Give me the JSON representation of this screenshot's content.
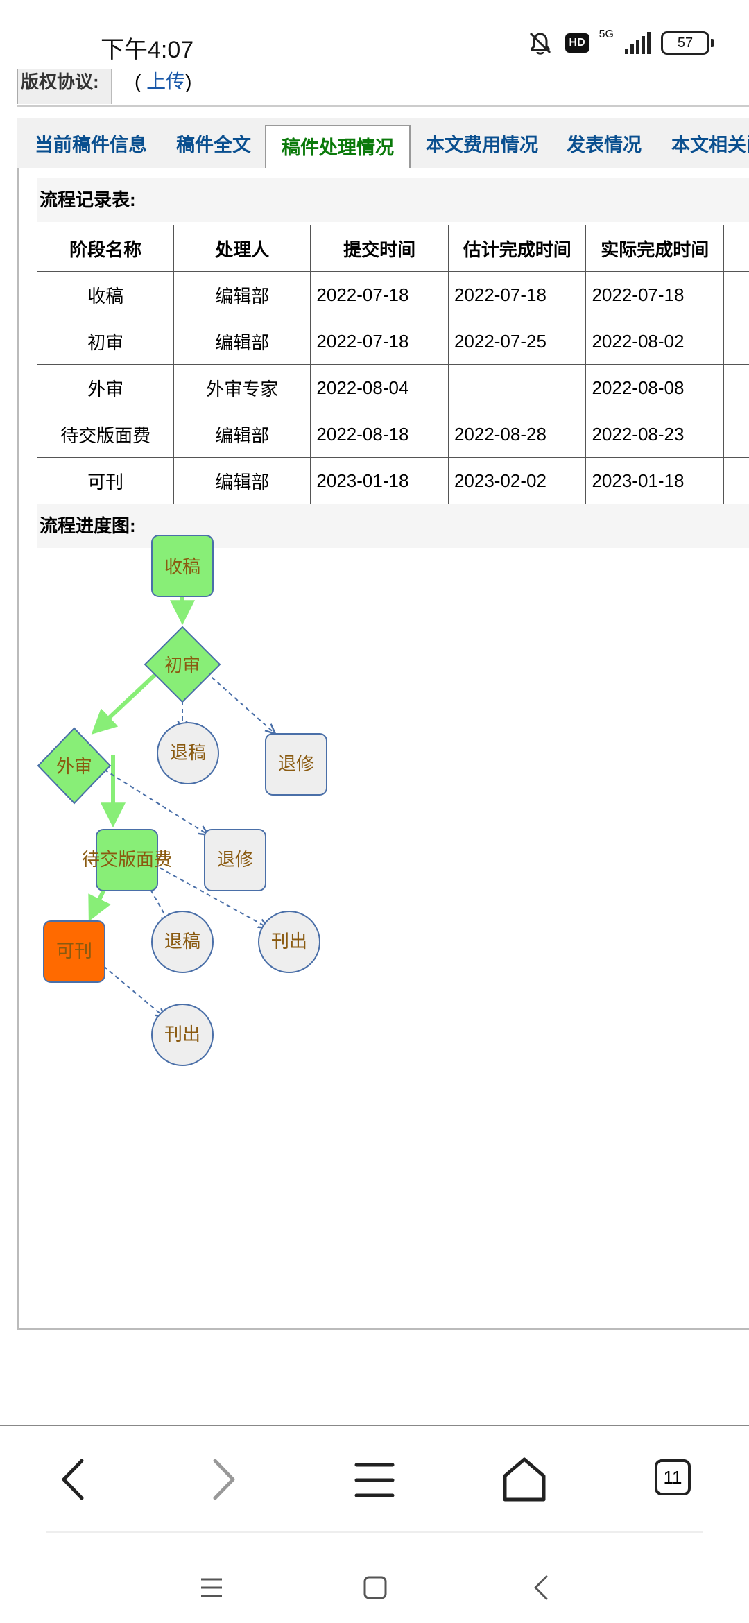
{
  "status": {
    "time": "下午4:07",
    "hd": "HD",
    "network": "5G",
    "battery": "57"
  },
  "copyright": {
    "label": "版权协议:",
    "value_prefix": "( ",
    "link": "上传",
    "value_suffix": ")"
  },
  "tabs": [
    {
      "label": "当前稿件信息",
      "active": false
    },
    {
      "label": "稿件全文",
      "active": false
    },
    {
      "label": "稿件处理情况",
      "active": true
    },
    {
      "label": "本文费用情况",
      "active": false
    },
    {
      "label": "发表情况",
      "active": false
    },
    {
      "label": "本文相关问",
      "active": false
    }
  ],
  "records": {
    "title": "流程记录表:",
    "headers": [
      "阶段名称",
      "处理人",
      "提交时间",
      "估计完成时间",
      "实际完成时间"
    ],
    "rows": [
      [
        "收稿",
        "编辑部",
        "2022-07-18",
        "2022-07-18",
        "2022-07-18"
      ],
      [
        "初审",
        "编辑部",
        "2022-07-18",
        "2022-07-25",
        "2022-08-02"
      ],
      [
        "外审",
        "外审专家",
        "2022-08-04",
        "",
        "2022-08-08"
      ],
      [
        "待交版面费",
        "编辑部",
        "2022-08-18",
        "2022-08-28",
        "2022-08-23"
      ],
      [
        "可刊",
        "编辑部",
        "2023-01-18",
        "2023-02-02",
        "2023-01-18"
      ]
    ]
  },
  "flow": {
    "title": "流程进度图:",
    "nodes": {
      "n_receive": "收稿",
      "n_first": "初审",
      "n_reject1": "退稿",
      "n_revise1": "退修",
      "n_external": "外审",
      "n_revise2": "退修",
      "n_fee": "待交版面费",
      "n_reject2": "退稿",
      "n_pub1": "刊出",
      "n_accept": "可刊",
      "n_pub2": "刊出"
    },
    "colors": {
      "done": "#88ee77",
      "current": "#ff6a00",
      "pending": "#eeeeee",
      "done_edge": "#88ee77",
      "pending_edge": "#4a6fa8",
      "label": "#8a5a10"
    }
  },
  "nav": {
    "tab_count": "11"
  }
}
